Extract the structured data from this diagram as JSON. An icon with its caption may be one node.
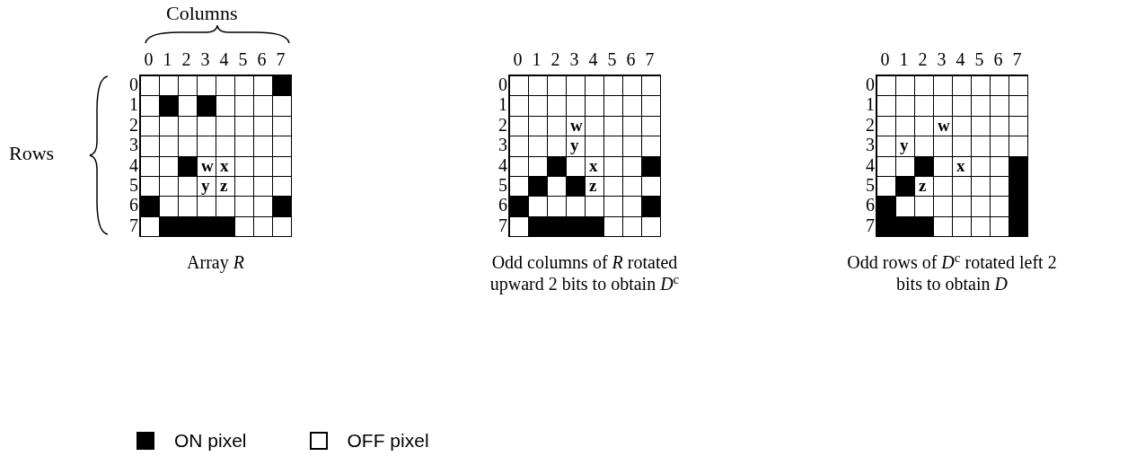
{
  "diagram": {
    "labels": [
      "Columns",
      "Rows",
      "0",
      "1",
      "2",
      "3",
      "4",
      "5",
      "6",
      "7",
      "0",
      "1",
      "2",
      "3",
      "4",
      "5",
      "6",
      "7",
      "w",
      "x",
      "y",
      "z",
      "Array *R*",
      "0",
      "1",
      "2",
      "3",
      "4",
      "5",
      "6",
      "7",
      "0",
      "1",
      "2",
      "3",
      "4",
      "5",
      "6",
      "7",
      "w",
      "x",
      "y",
      "z",
      "Odd columns of *R* rotated upward 2 bits to obtain *D*$^{c}$",
      "0",
      "1",
      "2",
      "3",
      "4",
      "5",
      "6",
      "7",
      "0",
      "1",
      "2",
      "3",
      "4",
      "5",
      "6",
      "7",
      "w",
      "x",
      "y",
      "z",
      "Odd rows of *D*$^{c}$ rotated left 2 bits to obtain *D*"
    ],
    "legend": [
      {
        "text": "ON pixel",
        "color": "#000000"
      },
      {
        "text": "OFF pixel",
        "color": "#ffffff"
      }
    ]
  }
}
